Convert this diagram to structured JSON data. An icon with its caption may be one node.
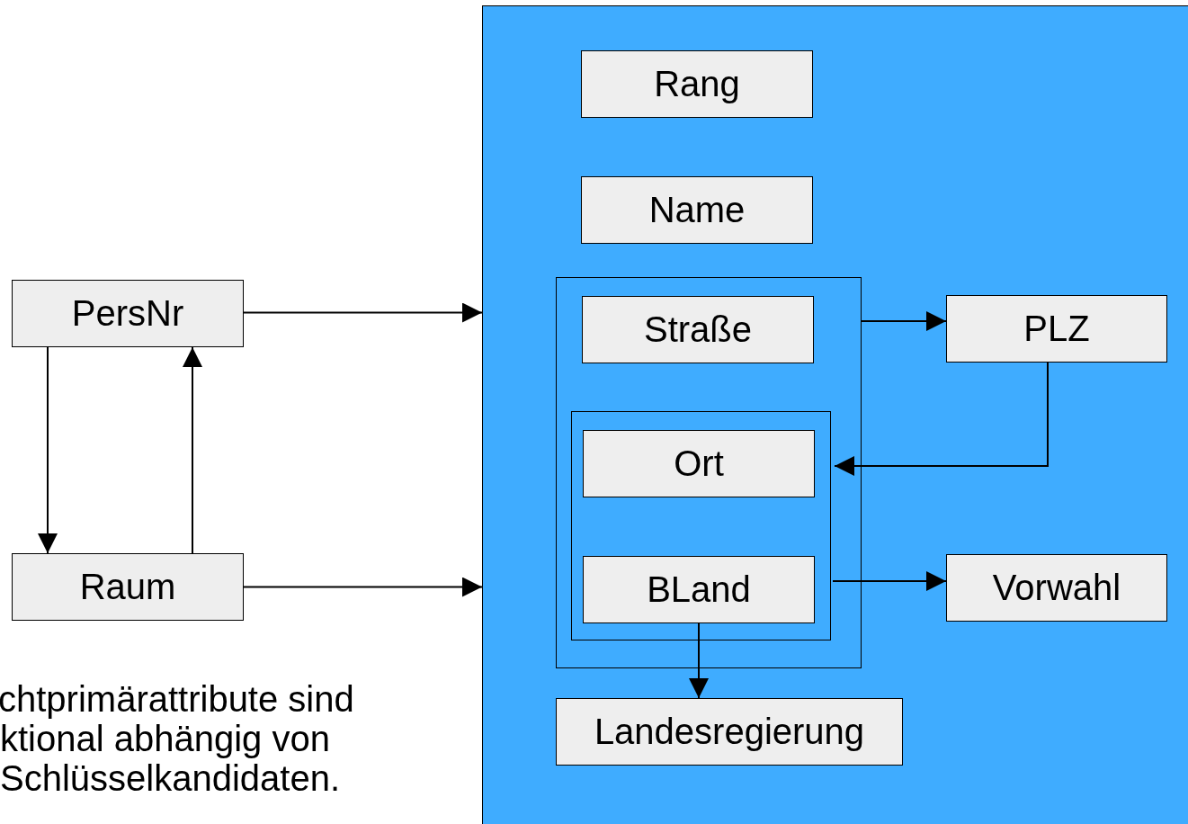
{
  "diagram": {
    "nodes": [
      {
        "text": [],
        "shape": "box"
      },
      {
        "text": [
          "Rang"
        ],
        "in": 0
      },
      {
        "text": [
          "Name"
        ],
        "in": 0
      },
      {
        "text": [],
        "shape": "box",
        "in": 0
      },
      {
        "text": [
          "Straße"
        ],
        "in": 3
      },
      {
        "text": [],
        "shape": "box",
        "in": 3
      },
      {
        "text": [
          "Ort"
        ],
        "in": 5
      },
      {
        "text": [
          "BLand"
        ],
        "in": 5
      },
      {
        "text": [
          "PLZ"
        ],
        "in": 0
      },
      {
        "text": [
          "Vorwahl"
        ],
        "in": 0
      },
      {
        "text": [
          "Landesregierung"
        ],
        "in": 0
      },
      {
        "text": [
          "PersNr"
        ]
      },
      {
        "text": [
          "Raum"
        ]
      }
    ],
    "edges": [
      {
        "from": 11,
        "to": 0,
        "arrow": "to"
      },
      {
        "from": 12,
        "to": 0,
        "arrow": "to"
      },
      {
        "from": 11,
        "to": 12,
        "arrow": "to"
      },
      {
        "from": 12,
        "to": 11,
        "arrow": "to"
      },
      {
        "from": 3,
        "to": 8,
        "arrow": "to"
      },
      {
        "from": 8,
        "to": 5,
        "arrow": "to"
      },
      {
        "from": 5,
        "to": 9,
        "arrow": "to"
      },
      {
        "from": 7,
        "to": 10,
        "arrow": "to"
      }
    ],
    "labels": [
      "chtprimärattribute sind ktional abhängig von Schlüsselkandidaten."
    ]
  }
}
